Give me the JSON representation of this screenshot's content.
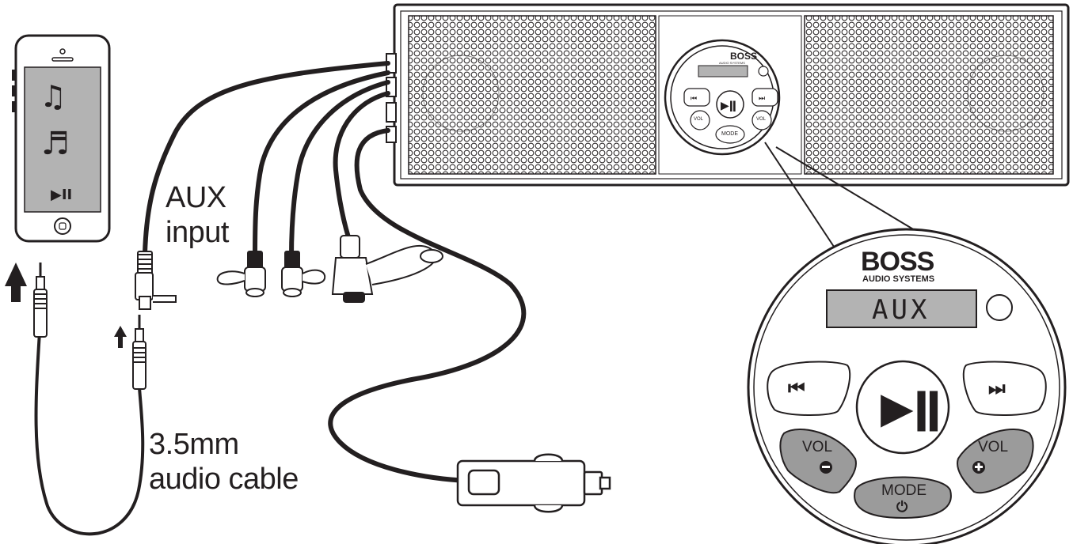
{
  "labels": {
    "aux_input": [
      "AUX",
      "input"
    ],
    "audio_cable": [
      "3.5mm",
      "audio cable"
    ]
  },
  "phone": {
    "icons": [
      "music-note-icon",
      "music-notes-icon",
      "play-pause-icon",
      "home-button-icon"
    ],
    "play_pause_symbol": "▶II"
  },
  "speaker_bar": {
    "panel_brand": "BOSS",
    "panel_brand_sub": "AUDIO SYSTEMS",
    "panel_buttons": [
      "VOL",
      "MODE",
      "VOL"
    ]
  },
  "control_panel": {
    "brand": "BOSS",
    "brand_sub": "AUDIO SYSTEMS",
    "display": "AUX",
    "buttons": {
      "prev": "prev-track-icon",
      "next": "next-track-icon",
      "play": "play-pause-icon",
      "vol_down": "VOL",
      "vol_up": "VOL",
      "mode": "MODE"
    }
  },
  "colors": {
    "ink": "#231f20",
    "screen": "#b3b3b3",
    "button_gray": "#9b9b9b"
  }
}
